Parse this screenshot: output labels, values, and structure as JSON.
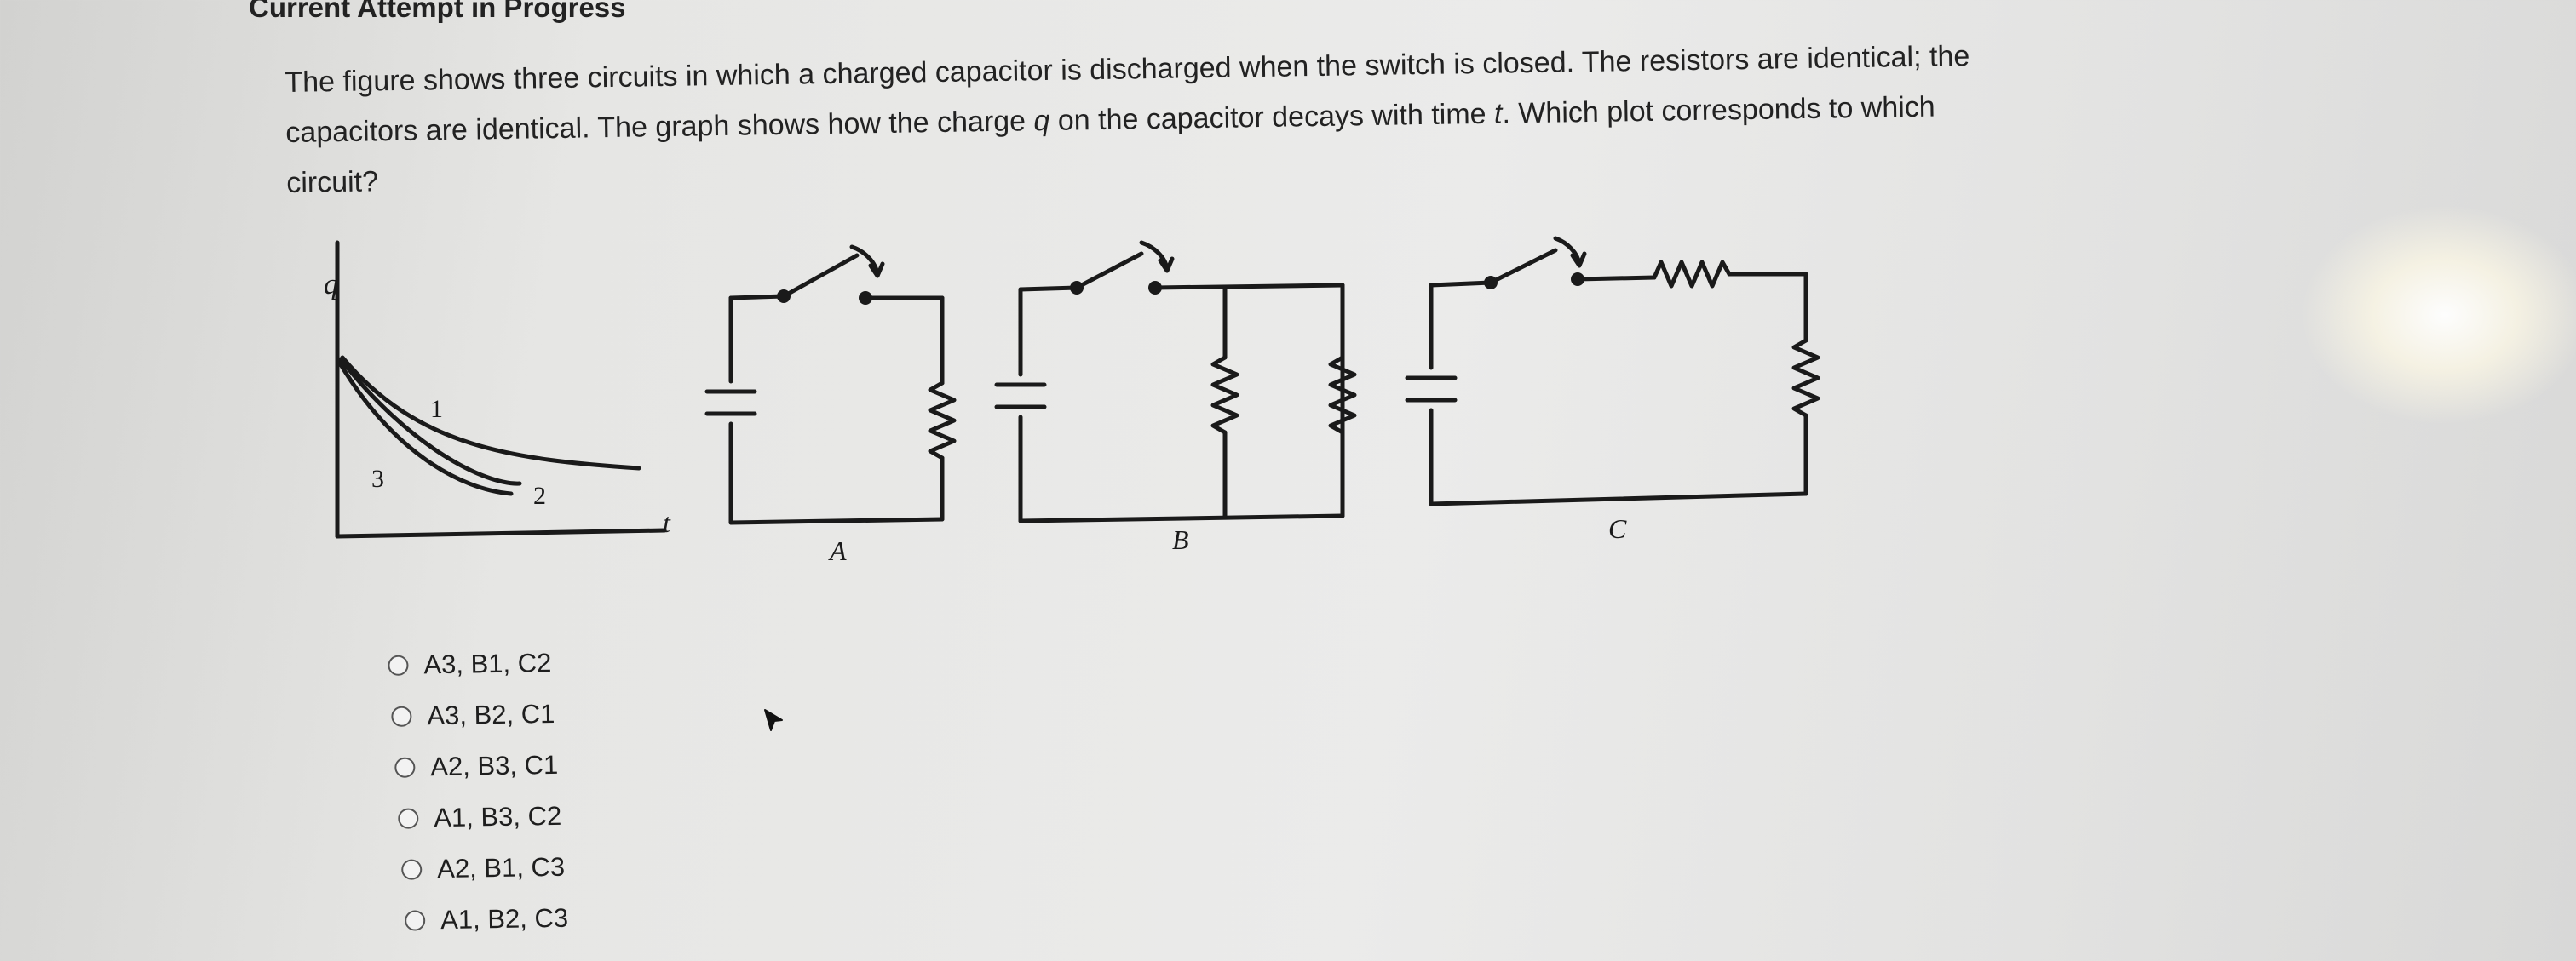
{
  "heading": "Current Attempt in Progress",
  "question": {
    "line1": "The figure shows three circuits in which a charged capacitor is discharged when the switch is closed. The resistors are identical; the",
    "line2_before_q": "capacitors are identical. The graph shows how the charge ",
    "q_symbol": "q",
    "line2_mid": " on the capacitor decays with time ",
    "t_symbol": "t",
    "line2_after_t": ". Which plot corresponds to which",
    "line3": "circuit?"
  },
  "figure": {
    "graph": {
      "y_axis_label": "q",
      "x_axis_label": "t",
      "curve_labels": [
        "1",
        "2",
        "3"
      ]
    },
    "circuit_labels": [
      "A",
      "B",
      "C"
    ]
  },
  "options": [
    {
      "label": "A3, B1, C2",
      "selected": false
    },
    {
      "label": "A3, B2, C1",
      "selected": false
    },
    {
      "label": "A2, B3, C1",
      "selected": false
    },
    {
      "label": "A1, B3, C2",
      "selected": false
    },
    {
      "label": "A2, B1, C3",
      "selected": false
    },
    {
      "label": "A1, B2, C3",
      "selected": false
    }
  ]
}
